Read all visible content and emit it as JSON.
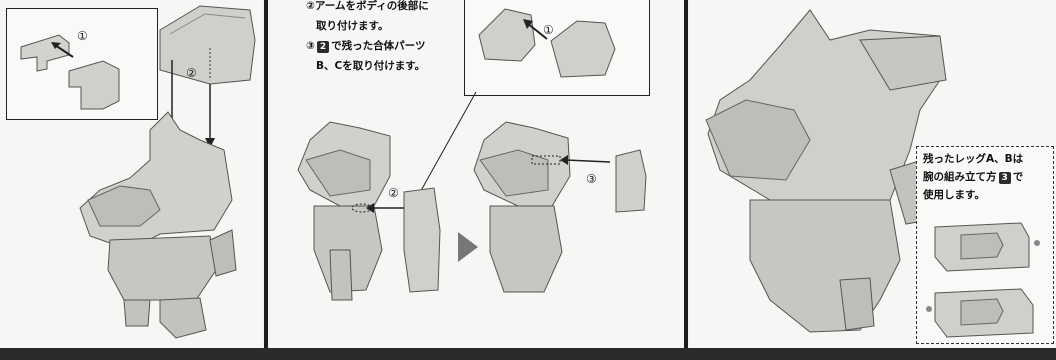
{
  "panel_mid": {
    "lines": [
      "②アームをボディの後部に",
      "取り付けます。",
      "③",
      "で残った合体パーツ",
      "B、Cを取り付けます。"
    ],
    "badge": "2"
  },
  "panel_right": {
    "lines": [
      "残ったレッグA、Bは",
      "腕の組み立て方",
      "で",
      "使用します。"
    ],
    "badge": "3"
  },
  "markers": {
    "one": "①",
    "two": "②",
    "three": "③"
  },
  "colors": {
    "part": "#c9c9c6",
    "part_dark": "#9c9c98",
    "line": "#3a3a3a",
    "bar": "#2a2a2a"
  }
}
